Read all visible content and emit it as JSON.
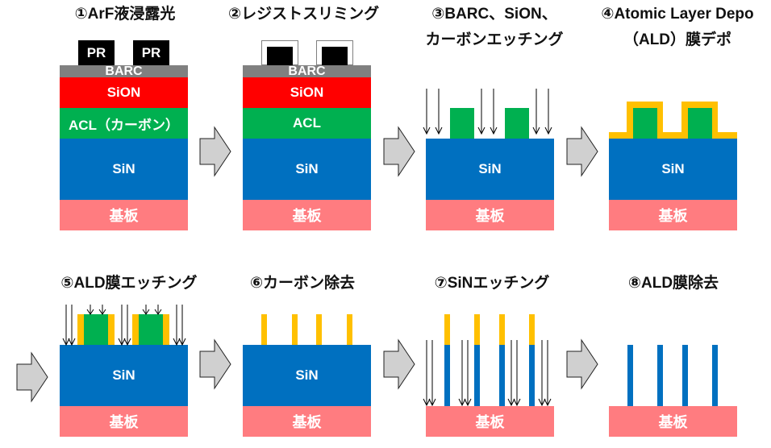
{
  "colors": {
    "pr": "#000000",
    "barc": "#808080",
    "sion": "#ff0000",
    "acl": "#00b050",
    "sin": "#0070c0",
    "substrate": "#ff7c80",
    "ald": "#ffc000",
    "step_arrow_fill": "#d0d0d0",
    "step_arrow_stroke": "#202020",
    "label_text": "#ffffff",
    "title_text": "#111111"
  },
  "steps": [
    {
      "number": "①",
      "title": "①ArF液浸露光",
      "labels": {
        "pr_left": "PR",
        "pr_right": "PR",
        "barc": "BARC",
        "sion": "SiON",
        "acl": "ACL（カーボン）",
        "sin": "SiN",
        "substrate": "基板"
      }
    },
    {
      "number": "②",
      "title": "②レジストスリミング",
      "labels": {
        "barc": "BARC",
        "sion": "SiON",
        "acl": "ACL",
        "sin": "SiN",
        "substrate": "基板"
      }
    },
    {
      "number": "③",
      "title_line1": "③BARC、SiON、",
      "title_line2": "カーボンエッチング",
      "labels": {
        "sin": "SiN",
        "substrate": "基板"
      }
    },
    {
      "number": "④",
      "title_line1": "④Atomic Layer Depo",
      "title_line2": "（ALD）膜デポ",
      "labels": {
        "sin": "SiN",
        "substrate": "基板"
      }
    },
    {
      "number": "⑤",
      "title": "⑤ALD膜エッチング",
      "labels": {
        "sin": "SiN",
        "substrate": "基板"
      }
    },
    {
      "number": "⑥",
      "title": "⑥カーボン除去",
      "labels": {
        "sin": "SiN",
        "substrate": "基板"
      }
    },
    {
      "number": "⑦",
      "title": "⑦SiNエッチング",
      "labels": {
        "substrate": "基板"
      }
    },
    {
      "number": "⑧",
      "title": "⑧ALD膜除去",
      "labels": {
        "substrate": "基板"
      }
    }
  ],
  "flow_arrows": [
    "1→2",
    "2→3",
    "3→4",
    "4→5",
    "5→6",
    "6→7",
    "7→8"
  ]
}
